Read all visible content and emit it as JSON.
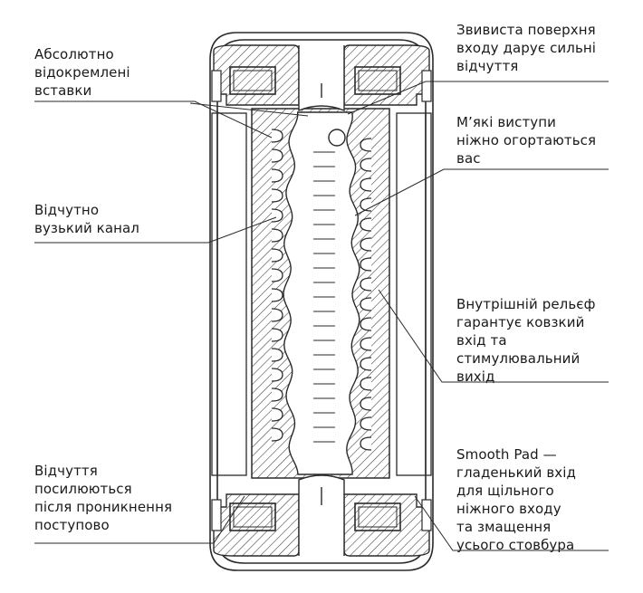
{
  "labels": {
    "left": [
      {
        "id": "separate-inserts",
        "lines": [
          "Абсолютно",
          "відокремлені",
          "вставки"
        ]
      },
      {
        "id": "narrow-channel",
        "lines": [
          "Відчутно",
          "вузький канал"
        ]
      },
      {
        "id": "sensations-increase",
        "lines": [
          "Відчуття",
          "посилюються",
          "після проникнення",
          "поступово"
        ]
      }
    ],
    "right": [
      {
        "id": "spiral-entry",
        "lines": [
          "Звивиста поверхня",
          "входу дарує сильні",
          "відчуття"
        ]
      },
      {
        "id": "soft-nubs",
        "lines": [
          "М’які виступи",
          "ніжно огортаються",
          "вас"
        ]
      },
      {
        "id": "inner-relief",
        "lines": [
          "Внутрішній рельєф",
          "гарантує ковзкий",
          "вхід та",
          "стимулювальний",
          "вихід"
        ]
      },
      {
        "id": "smooth-pad",
        "lines": [
          "Smooth Pad —",
          "гладенький вхід",
          "для щільного",
          "ніжного входу",
          "та змащення",
          "усього стовбура"
        ]
      }
    ]
  },
  "colors": {
    "stroke": "#2a2a2a",
    "hatch": "#3a3a3a",
    "background": "#ffffff",
    "text": "#1a1a1a"
  }
}
